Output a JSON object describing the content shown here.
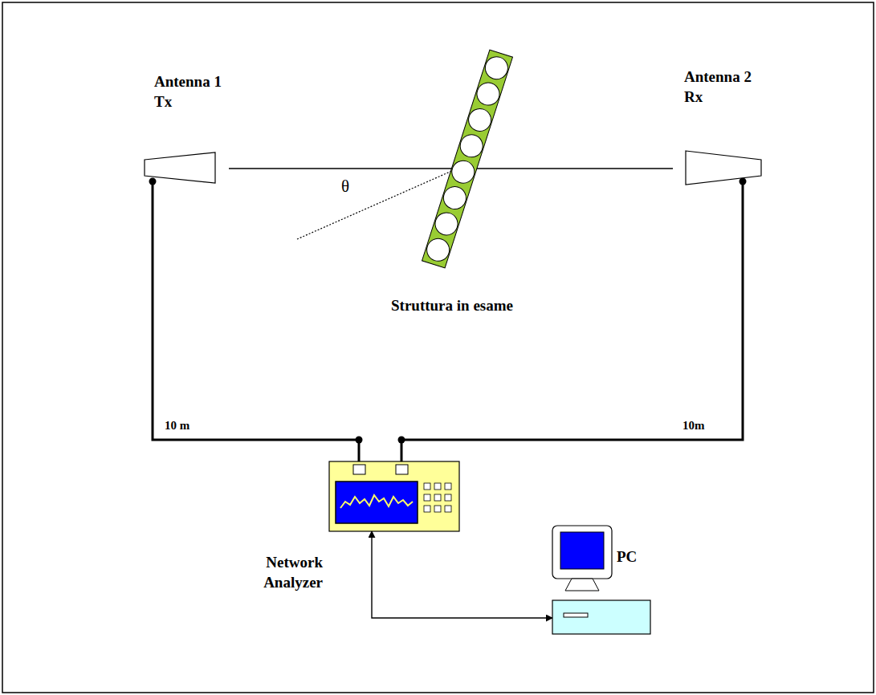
{
  "diagram": {
    "nodes": [
      {
        "text": [
          "Antenna 1 Tx"
        ]
      },
      {
        "text": [
          "Antenna 2 Rx"
        ]
      },
      {
        "text": [
          "Network Analyzer"
        ]
      },
      {
        "text": [
          "PC"
        ]
      }
    ],
    "edges": [
      {
        "from": 0,
        "to": 2,
        "arrow": "none",
        "label": "10 m"
      },
      {
        "from": 1,
        "to": 2,
        "arrow": "none",
        "label": "10m"
      },
      {
        "from": 2,
        "to": 3,
        "arrow": "both"
      }
    ],
    "labels": [
      "θ",
      "Struttura in esame"
    ]
  }
}
